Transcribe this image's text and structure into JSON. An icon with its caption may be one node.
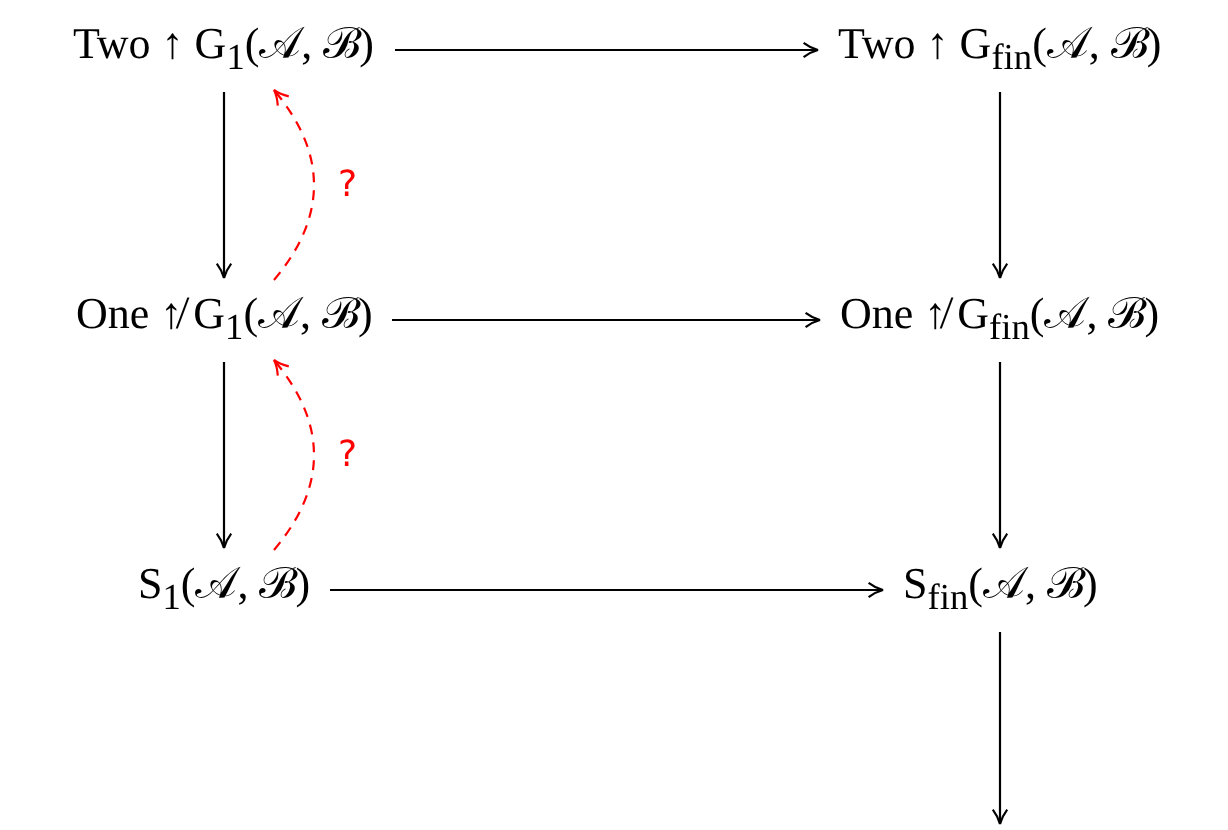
{
  "diagram": {
    "nodes": [
      {
        "text": [
          "Two ↑ G$_{1}$(𝒜, ℬ)"
        ]
      },
      {
        "text": [
          "Two ↑ G$_{fin}$(𝒜, ℬ)"
        ]
      },
      {
        "text": [
          "One ↑̸ G$_{1}$(𝒜, ℬ)"
        ]
      },
      {
        "text": [
          "One ↑̸ G$_{fin}$(𝒜, ℬ)"
        ]
      },
      {
        "text": [
          "S$_{1}$(𝒜, ℬ)"
        ]
      },
      {
        "text": [
          "S$_{fin}$(𝒜, ℬ)"
        ]
      }
    ],
    "edges": [
      {
        "from": 0,
        "to": 1,
        "arrow": "to"
      },
      {
        "from": 0,
        "to": 2,
        "arrow": "to"
      },
      {
        "from": 2,
        "to": 0,
        "arrow": "to",
        "label": "?",
        "style": "dashed",
        "color": "#ff0000"
      },
      {
        "from": 1,
        "to": 3,
        "arrow": "to"
      },
      {
        "from": 2,
        "to": 3,
        "arrow": "to"
      },
      {
        "from": 2,
        "to": 4,
        "arrow": "to"
      },
      {
        "from": 4,
        "to": 2,
        "arrow": "to",
        "label": "?",
        "style": "dashed",
        "color": "#ff0000"
      },
      {
        "from": 3,
        "to": 5,
        "arrow": "to"
      },
      {
        "from": 4,
        "to": 5,
        "arrow": "to"
      },
      {
        "from": 5,
        "to": null,
        "arrow": "to"
      }
    ]
  }
}
